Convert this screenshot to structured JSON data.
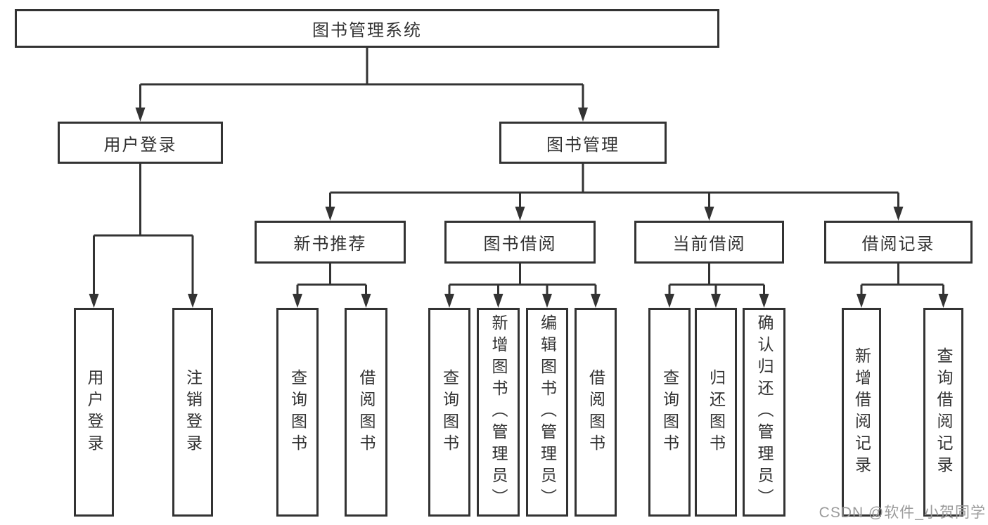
{
  "diagram_type": "hierarchy-tree",
  "colors": {
    "line": "#333333",
    "text": "#333333",
    "box_background": "#ffffff",
    "page_background": "#ffffff",
    "watermark": "#9b9b9b"
  },
  "tree": {
    "label": "图书管理系统",
    "children": [
      {
        "label": "用户登录",
        "children": [
          {
            "label": "用户登录"
          },
          {
            "label": "注销登录"
          }
        ]
      },
      {
        "label": "图书管理",
        "children": [
          {
            "label": "新书推荐",
            "children": [
              {
                "label": "查询图书"
              },
              {
                "label": "借阅图书"
              }
            ]
          },
          {
            "label": "图书借阅",
            "children": [
              {
                "label": "查询图书"
              },
              {
                "label": "新增图书（管理员）"
              },
              {
                "label": "编辑图书（管理员）"
              },
              {
                "label": "借阅图书"
              }
            ]
          },
          {
            "label": "当前借阅",
            "children": [
              {
                "label": "查询图书"
              },
              {
                "label": "归还图书"
              },
              {
                "label": "确认归还（管理员）"
              }
            ]
          },
          {
            "label": "借阅记录",
            "children": [
              {
                "label": "新增借阅记录"
              },
              {
                "label": "查询借阅记录"
              }
            ]
          }
        ]
      }
    ]
  },
  "watermark": {
    "text": "CSDN @软件_小贺同学"
  }
}
